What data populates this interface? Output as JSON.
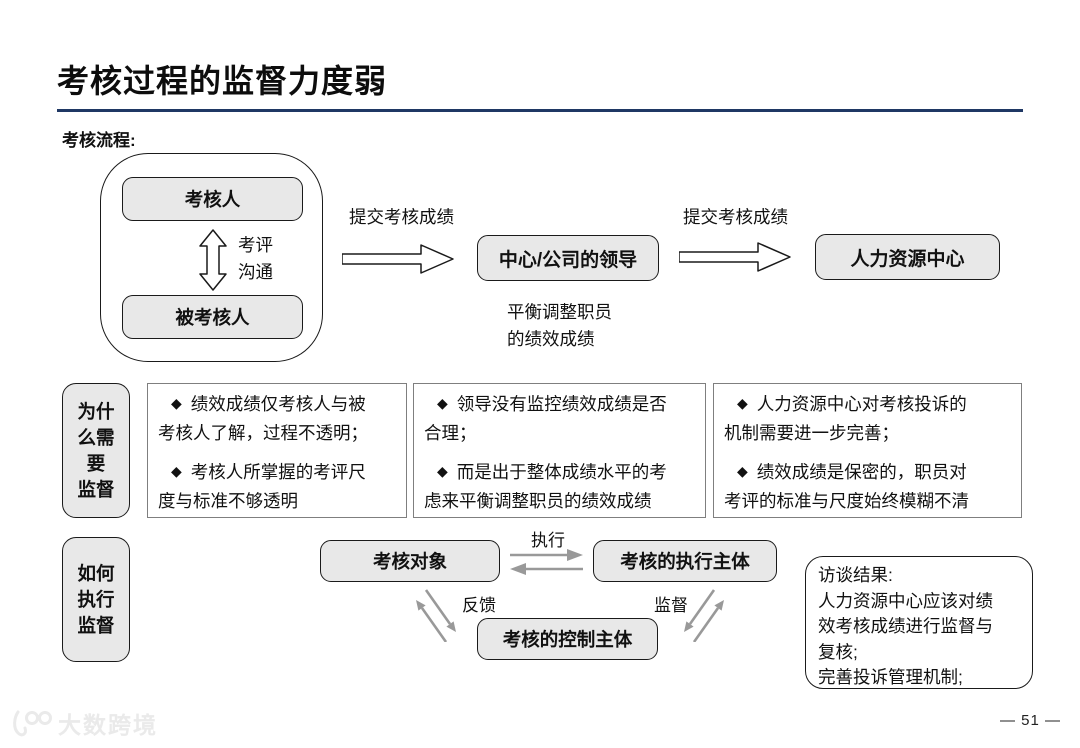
{
  "slide": {
    "title": "考核过程的监督力度弱",
    "section_label": "考核流程:",
    "page_number": "— 51 —",
    "watermark_text": "大数跨境",
    "accent_color": "#1F3864"
  },
  "process_flow": {
    "assessor": "考核人",
    "assessee": "被考核人",
    "communication_label": "考评\n沟通",
    "submit_label_1": "提交考核成绩",
    "leader": "中心/公司的领导",
    "leader_note": "平衡调整职员\n的绩效成绩",
    "submit_label_2": "提交考核成绩",
    "hr_center": "人力资源中心"
  },
  "why_supervise": {
    "label": "为什\n么需\n要\n监督",
    "bullet_glyph": "◆",
    "boxes": [
      {
        "bullets": [
          "绩效成绩仅考核人与被\n考核人了解，过程不透明；",
          "考核人所掌握的考评尺\n度与标准不够透明"
        ]
      },
      {
        "bullets": [
          "领导没有监控绩效成绩是否\n合理；",
          "而是出于整体成绩水平的考\n虑来平衡调整职员的绩效成绩"
        ]
      },
      {
        "bullets": [
          "人力资源中心对考核投诉的\n机制需要进一步完善；",
          "绩效成绩是保密的，职员对\n考评的标准与尺度始终模糊不清"
        ]
      }
    ]
  },
  "how_supervise": {
    "label": "如何\n执行\n监督",
    "target": "考核对象",
    "executor": "考核的执行主体",
    "controller": "考核的控制主体",
    "execute_label": "执行",
    "feedback_label": "反馈",
    "supervise_label": "监督",
    "interview_note": "访谈结果:\n人力资源中心应该对绩\n效考核成绩进行监督与\n复核;\n完善投诉管理机制;"
  }
}
